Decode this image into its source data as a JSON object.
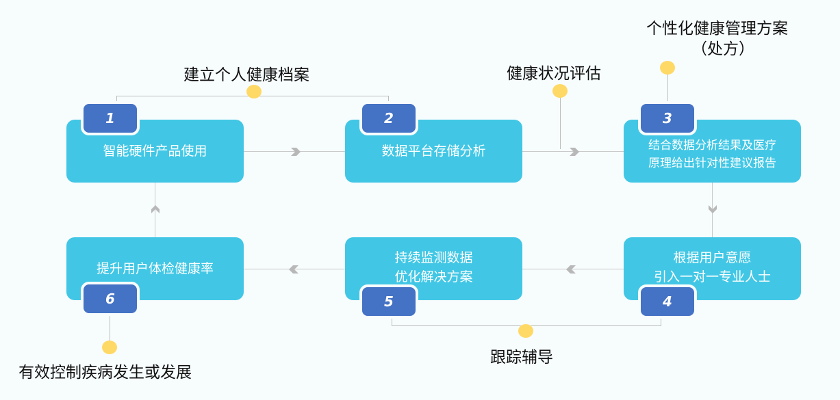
{
  "diagram": {
    "steps": [
      {
        "number": "1",
        "lines": [
          "智能硬件产品使用"
        ]
      },
      {
        "number": "2",
        "lines": [
          "数据平台存储分析"
        ]
      },
      {
        "number": "3",
        "lines": [
          "结合数据分析结果及医疗",
          "原理给出针对性建议报告"
        ]
      },
      {
        "number": "4",
        "lines": [
          "根据用户意愿",
          "引入一对一专业人士"
        ]
      },
      {
        "number": "5",
        "lines": [
          "持续监测数据",
          "优化解决方案"
        ]
      },
      {
        "number": "6",
        "lines": [
          "提升用户体检健康率"
        ]
      }
    ],
    "annotations": {
      "archive": "建立个人健康档案",
      "assessment": "健康状况评估",
      "plan_line1": "个性化健康管理方案",
      "plan_line2": "（处方）",
      "tracking": "跟踪辅导",
      "outcome": "有效控制疾病发生或发展"
    },
    "icons": {
      "arrow_right": "chevron-right-icon",
      "arrow_left": "chevron-left-icon",
      "arrow_down": "chevron-down-icon",
      "arrow_up": "chevron-up-icon"
    },
    "colors": {
      "box": "#41c7e5",
      "badge": "#4472c4",
      "dot": "#ffd966",
      "connector": "#c9c9c9"
    }
  }
}
